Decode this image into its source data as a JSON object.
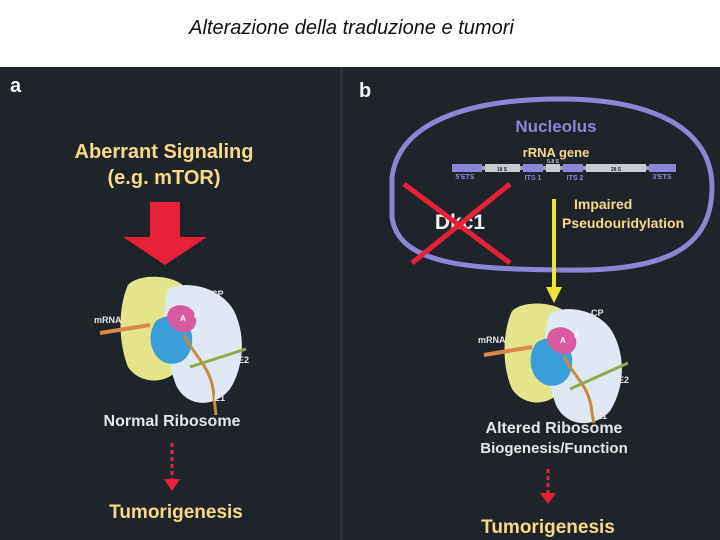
{
  "slide": {
    "title": "Alterazione della traduzione e tumori"
  },
  "panel_a": {
    "label": "a",
    "signal_line1": "Aberrant Signaling",
    "signal_line2": "(e.g. mTOR)",
    "ribosome_labels": {
      "mrna": "mRNA",
      "cp": "CP",
      "p": "P",
      "a": "A",
      "e2": "E2",
      "e1": "E1"
    },
    "ribosome_caption": "Normal Ribosome",
    "outcome": "Tumorigenesis"
  },
  "panel_b": {
    "label": "b",
    "nucleolus": "Nucleolus",
    "gene": "rRNA gene",
    "gene_segments": [
      "5'ETS",
      "18 S",
      "ITS 1",
      "5.8 S",
      "ITS 2",
      "28 S",
      "3'ETS"
    ],
    "deleted_gene": "Dkc1",
    "effect_line1": "Impaired",
    "effect_line2": "Pseudouridylation",
    "ribosome_labels": {
      "mrna": "mRNA",
      "cp": "CP",
      "p": "P",
      "a": "A",
      "e2": "E2",
      "e1": "E1"
    },
    "ribosome_caption_line1": "Altered Ribosome",
    "ribosome_caption_line2": "Biogenesis/Function",
    "outcome": "Tumorigenesis"
  },
  "colors": {
    "background": "#1e2429",
    "signal_text": "#f8d98a",
    "red_arrow": "#e8203a",
    "yellow_arrow": "#f2e33a",
    "nucleolus_outline": "#8a86d6",
    "caption_text": "#e6e6e6"
  }
}
